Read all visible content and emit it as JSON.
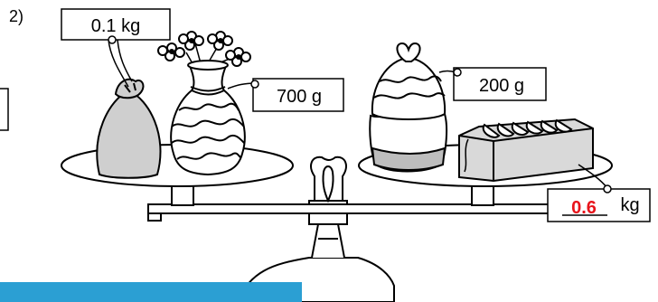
{
  "exercise": {
    "number": "2)"
  },
  "tags": {
    "bag_weight": "0.1 kg",
    "vase_weight": "700 g",
    "cake_weight": "200 g",
    "bread_weight_answer": "0.6",
    "bread_weight_unit": "kg"
  },
  "colors": {
    "answer": "#e8141b",
    "banner": "#2b9fd3",
    "bag_fill": "#cfcfcf",
    "cake_band": "#bdbdbd",
    "bread_fill": "#d9d9d9"
  }
}
